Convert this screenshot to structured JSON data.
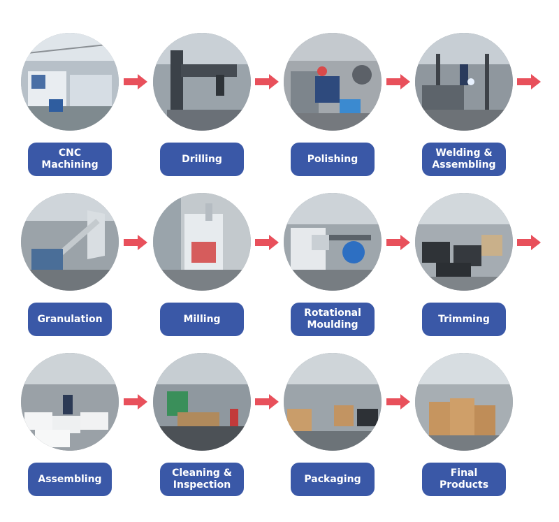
{
  "steps": [
    {
      "label": "CNC Machining",
      "icon": "cnc-machine-photo"
    },
    {
      "label": "Drilling",
      "icon": "drilling-machine-photo"
    },
    {
      "label": "Polishing",
      "icon": "polishing-worker-photo"
    },
    {
      "label": "Welding  &\nAssembling",
      "icon": "welding-worker-photo"
    },
    {
      "label": "Granulation",
      "icon": "granulation-machine-photo"
    },
    {
      "label": "Milling",
      "icon": "milling-machine-photo"
    },
    {
      "label": "Rotational\nMoulding",
      "icon": "rotational-moulding-photo"
    },
    {
      "label": "Trimming",
      "icon": "trimming-workshop-photo"
    },
    {
      "label": "Assembling",
      "icon": "assembling-workshop-photo"
    },
    {
      "label": "Cleaning &\nInspection",
      "icon": "cleaning-inspection-photo"
    },
    {
      "label": "Packaging",
      "icon": "packaging-photo"
    },
    {
      "label": "Final Products",
      "icon": "final-products-photo"
    }
  ],
  "colors": {
    "label_bg": "#3a58a7",
    "label_text": "#ffffff",
    "arrow": "#e8505b"
  }
}
